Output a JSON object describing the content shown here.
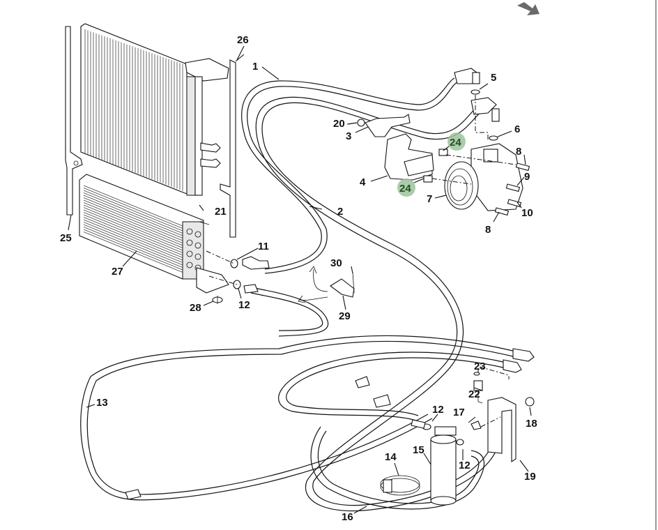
{
  "diagram": {
    "title": "A/C system exploded parts diagram",
    "highlight_color": "#9cc39c",
    "arrow_icon": "next-page-arrow-icon",
    "callouts": [
      {
        "id": "c1",
        "label": "1",
        "part": "pressure-hose"
      },
      {
        "id": "c2",
        "label": "2",
        "part": "suction-hose"
      },
      {
        "id": "c3",
        "label": "3",
        "part": "bracket"
      },
      {
        "id": "c4",
        "label": "4",
        "part": "compressor-bracket"
      },
      {
        "id": "c5",
        "label": "5",
        "part": "o-ring"
      },
      {
        "id": "c6",
        "label": "6",
        "part": "o-ring"
      },
      {
        "id": "c7",
        "label": "7",
        "part": "compressor"
      },
      {
        "id": "c8a",
        "label": "8",
        "part": "bolt"
      },
      {
        "id": "c8b",
        "label": "8",
        "part": "bolt"
      },
      {
        "id": "c9",
        "label": "9",
        "part": "bolt"
      },
      {
        "id": "c10",
        "label": "10",
        "part": "bolt"
      },
      {
        "id": "c11",
        "label": "11",
        "part": "o-ring"
      },
      {
        "id": "c12a",
        "label": "12",
        "part": "o-ring"
      },
      {
        "id": "c12b",
        "label": "12",
        "part": "o-ring"
      },
      {
        "id": "c12c",
        "label": "12",
        "part": "o-ring"
      },
      {
        "id": "c13",
        "label": "13",
        "part": "hose"
      },
      {
        "id": "c14",
        "label": "14",
        "part": "hose-clamp"
      },
      {
        "id": "c15",
        "label": "15",
        "part": "receiver-drier"
      },
      {
        "id": "c16",
        "label": "16",
        "part": "hose"
      },
      {
        "id": "c17",
        "label": "17",
        "part": "bolt"
      },
      {
        "id": "c18",
        "label": "18",
        "part": "nut"
      },
      {
        "id": "c19",
        "label": "19",
        "part": "bracket"
      },
      {
        "id": "c20",
        "label": "20",
        "part": "nut"
      },
      {
        "id": "c21",
        "label": "21",
        "part": "condenser"
      },
      {
        "id": "c22",
        "label": "22",
        "part": "pressure-switch"
      },
      {
        "id": "c23",
        "label": "23",
        "part": "o-ring"
      },
      {
        "id": "c24a",
        "label": "24",
        "part": "bushing",
        "highlighted": true
      },
      {
        "id": "c24b",
        "label": "24",
        "part": "bushing",
        "highlighted": true
      },
      {
        "id": "c25",
        "label": "25",
        "part": "side-bracket"
      },
      {
        "id": "c26",
        "label": "26",
        "part": "side-bracket"
      },
      {
        "id": "c27",
        "label": "27",
        "part": "oil-cooler"
      },
      {
        "id": "c28",
        "label": "28",
        "part": "washer"
      },
      {
        "id": "c29",
        "label": "29",
        "part": "clamp"
      },
      {
        "id": "c30",
        "label": "30",
        "part": "screw"
      }
    ]
  }
}
